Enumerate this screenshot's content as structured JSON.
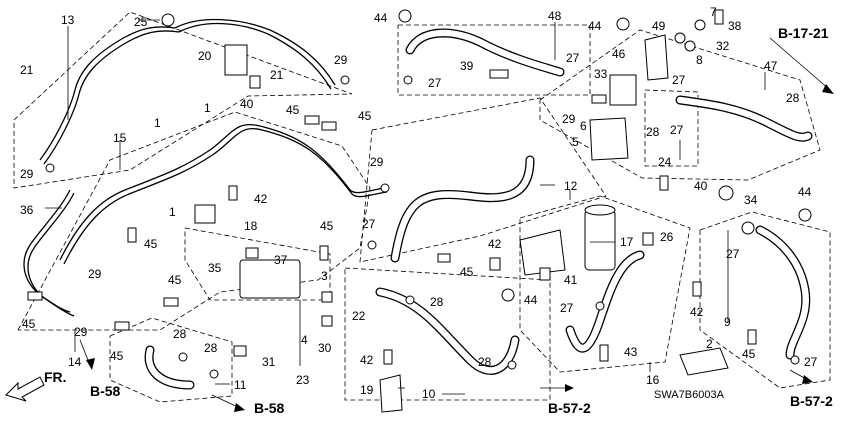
{
  "callouts": [
    "1",
    "1",
    "1",
    "2",
    "3",
    "4",
    "5",
    "6",
    "7",
    "8",
    "9",
    "10",
    "11",
    "12",
    "13",
    "14",
    "15",
    "16",
    "17",
    "18",
    "19",
    "20",
    "21",
    "21",
    "22",
    "23",
    "24",
    "25",
    "26",
    "27",
    "27",
    "27",
    "27",
    "27",
    "27",
    "27",
    "27",
    "28",
    "28",
    "28",
    "28",
    "28",
    "28",
    "29",
    "29",
    "29",
    "29",
    "29",
    "29",
    "30",
    "31",
    "32",
    "33",
    "34",
    "35",
    "36",
    "37",
    "38",
    "39",
    "40",
    "40",
    "41",
    "42",
    "42",
    "42",
    "42",
    "43",
    "44",
    "44",
    "44",
    "44",
    "45",
    "45",
    "45",
    "45",
    "45",
    "45",
    "45",
    "45",
    "45",
    "46",
    "47",
    "48",
    "49"
  ],
  "refs": {
    "b1721": "B-17-21",
    "b58_left": "B-58",
    "b58_bottom": "B-58",
    "b572_center": "B-57-2",
    "b572_right": "B-57-2"
  },
  "front_label": "FR.",
  "diagram_code": "SWA7B6003A"
}
